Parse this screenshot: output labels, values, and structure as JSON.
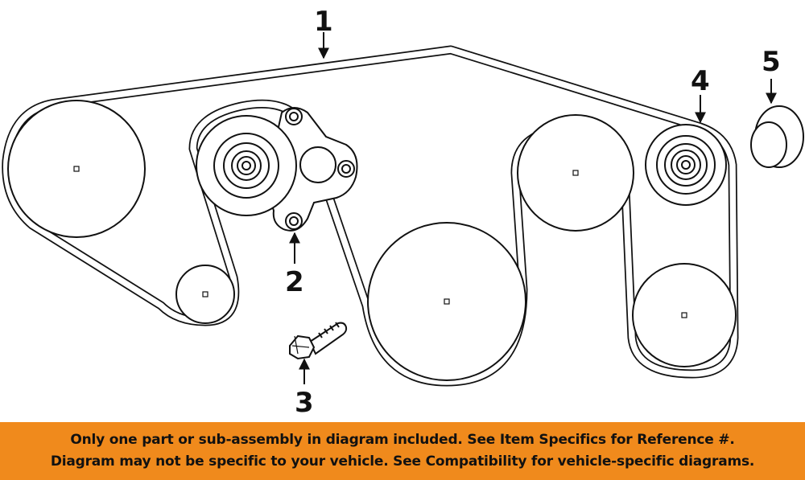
{
  "diagram": {
    "callouts": [
      {
        "id": "1",
        "label": "1"
      },
      {
        "id": "2",
        "label": "2"
      },
      {
        "id": "3",
        "label": "3"
      },
      {
        "id": "4",
        "label": "4"
      },
      {
        "id": "5",
        "label": "5"
      }
    ]
  },
  "notice": {
    "line1": "Only one part or sub-assembly in diagram included. See Item Specifics for Reference #.",
    "line2": "Diagram may not be specific to your vehicle. See Compatibility for vehicle-specific diagrams.",
    "background": "#f08a1c"
  }
}
